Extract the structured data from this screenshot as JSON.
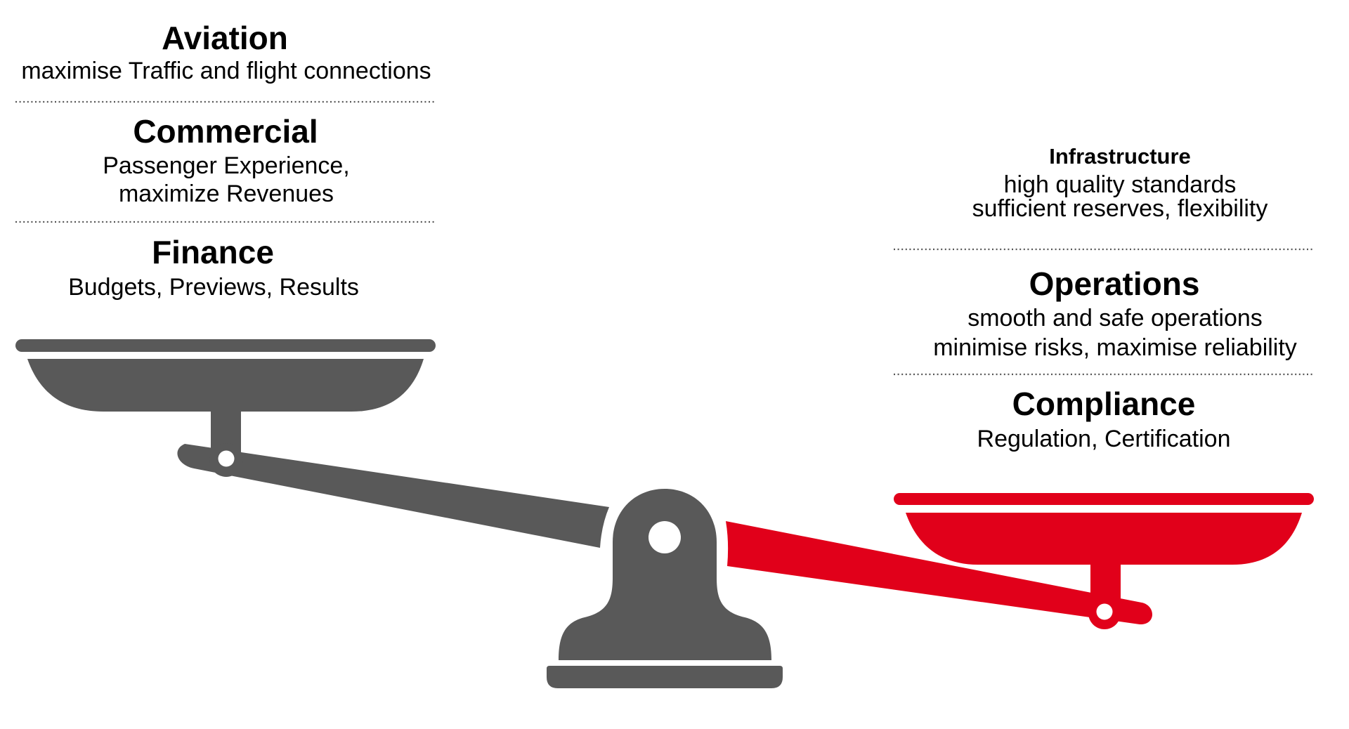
{
  "left_panel": {
    "sections": [
      {
        "title": "Aviation",
        "lines": [
          "maximise Traffic and flight connections"
        ]
      },
      {
        "title": "Commercial",
        "lines": [
          "Passenger Experience,",
          "maximize Revenues"
        ]
      },
      {
        "title": "Finance",
        "lines": [
          "Budgets, Previews, Results"
        ]
      }
    ]
  },
  "right_panel": {
    "sections": [
      {
        "title": "Infrastructure",
        "lines": [
          "high quality standards",
          "sufficient reserves, flexibility"
        ]
      },
      {
        "title": "Operations",
        "lines": [
          "smooth and safe operations",
          "minimise risks, maximise reliability"
        ]
      },
      {
        "title": "Compliance",
        "lines": [
          "Regulation, Certification"
        ]
      }
    ]
  },
  "scale": {
    "icon": "balance-scale-icon",
    "heavier_side": "right",
    "colors": {
      "left_side": "#595959",
      "right_side": "#e1001a",
      "base": "#595959",
      "separator": "#555555"
    }
  }
}
